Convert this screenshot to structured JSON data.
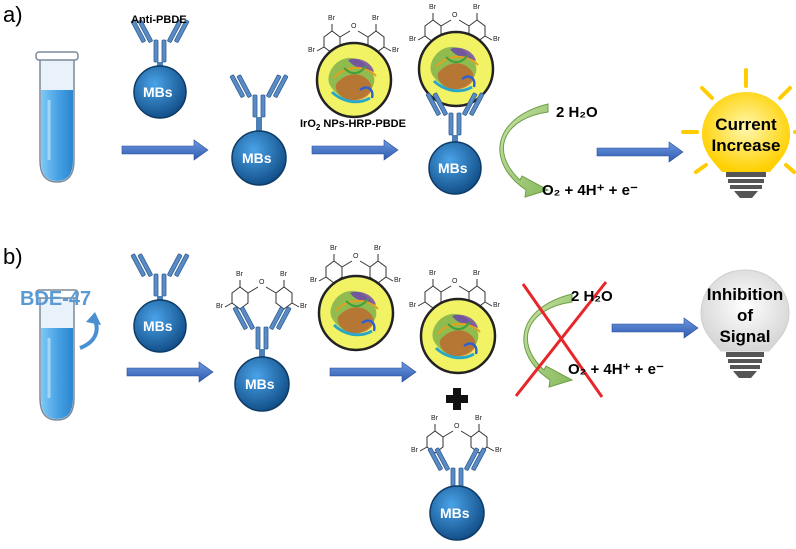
{
  "panel_a": {
    "label": "a)",
    "antibody_label": "Anti-PBDE",
    "conjugate_label_prefix": "IrO",
    "conjugate_label_sub": "2",
    "conjugate_label_suffix": " NPs-HRP-PBDE",
    "bead_label": "MBs",
    "reactant": "2 H₂O",
    "product_html": "O₂ + 4H⁺ + e⁻",
    "result_line1": "Current",
    "result_line2": "Increase"
  },
  "panel_b": {
    "label": "b)",
    "analyte_label": "BDE-47",
    "bead_label": "MBs",
    "reactant": "2 H₂O",
    "product_html": "O₂ + 4H⁺ + e⁻",
    "result_line1": "Inhibition",
    "result_line2": "of",
    "result_line3": "Signal"
  },
  "molecule": {
    "br": "Br",
    "o": "O"
  },
  "colors": {
    "arrow_blue": "#3a6bc4",
    "bead_blue": "#1e5f9e",
    "antibody_blue": "#4f7fb7",
    "tube_liquid": "#5aaee8",
    "nanoparticle_yellow": "#f3f36a",
    "curved_arrow_green": "#9bc872",
    "cross_red": "#e8262a",
    "bulb_yellow": "#ffd21f",
    "analyte_text": "#5b9bd5"
  }
}
